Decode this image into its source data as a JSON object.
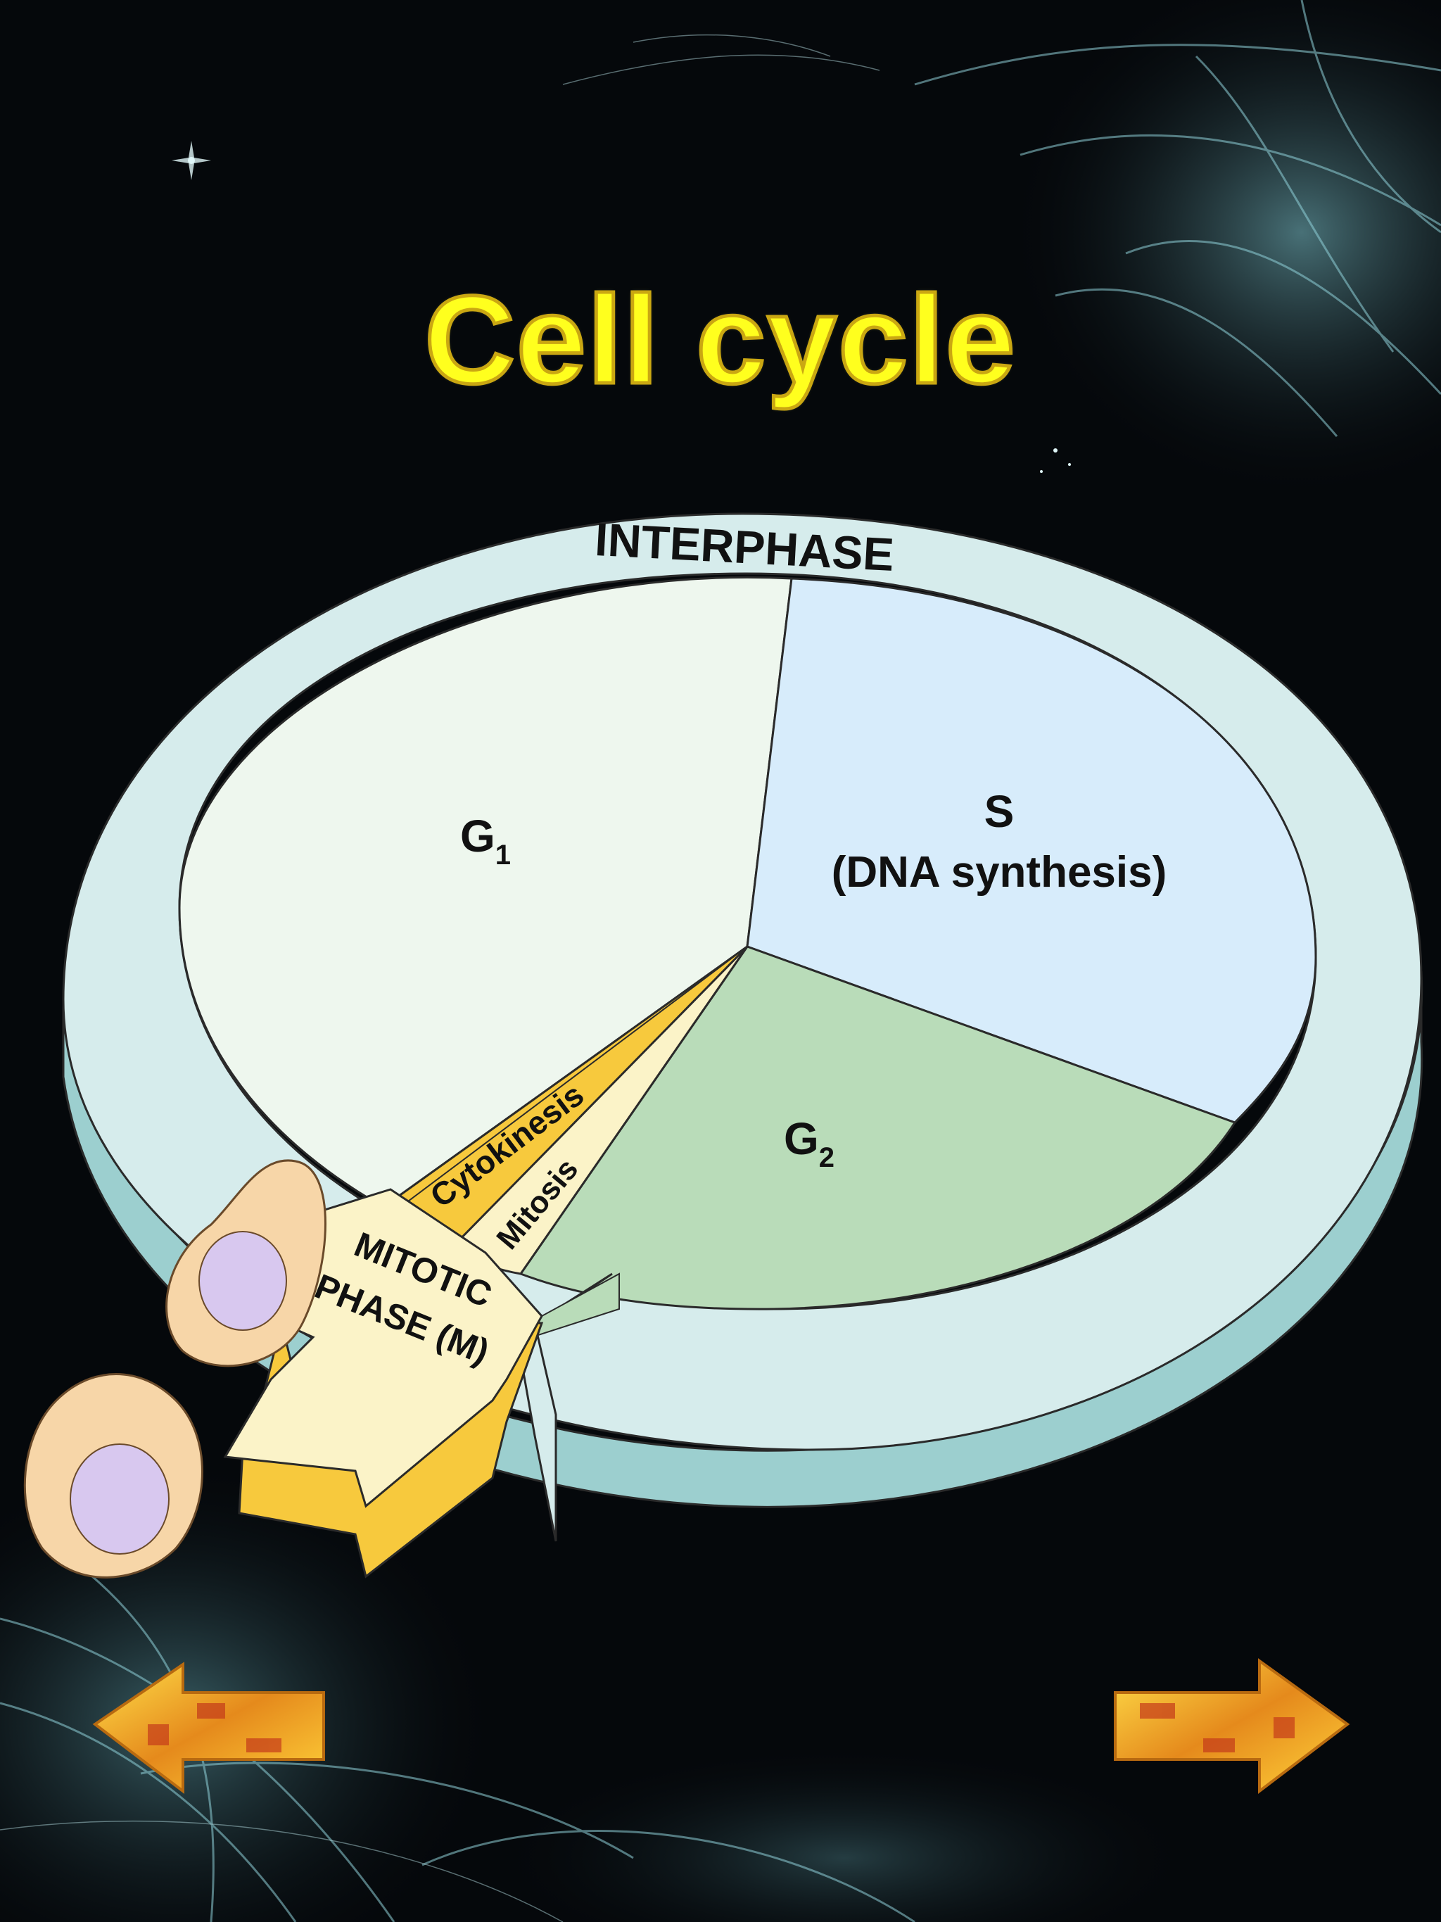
{
  "slide": {
    "title": "Cell cycle"
  },
  "diagram": {
    "ring_label": "INTERPHASE",
    "g1_label": "G",
    "g1_sub": "1",
    "s_label": "S",
    "s_sub_label": "(DNA synthesis)",
    "g2_label": "G",
    "g2_sub": "2",
    "cytokinesis_label": "Cytokinesis",
    "mitosis_label": "Mitosis",
    "mitotic_line1": "MITOTIC",
    "mitotic_line2": "PHASE (M)"
  },
  "colors": {
    "title": "#ffff1e",
    "background": "#05080b",
    "ring": "#d6ecec",
    "ring_side": "#9ccfcf",
    "g1": "#eef7ee",
    "s": "#d7ecfb",
    "g2": "#b9dcb9",
    "cytokinesis": "#f7c93d",
    "mitosis": "#fbf3c8",
    "cell": "#f7d6a8",
    "nucleus": "#d8c8ef",
    "arrow_nav": "#e8a21e"
  },
  "navigation": {
    "prev_icon": "left-arrow-icon",
    "next_icon": "right-arrow-icon"
  }
}
